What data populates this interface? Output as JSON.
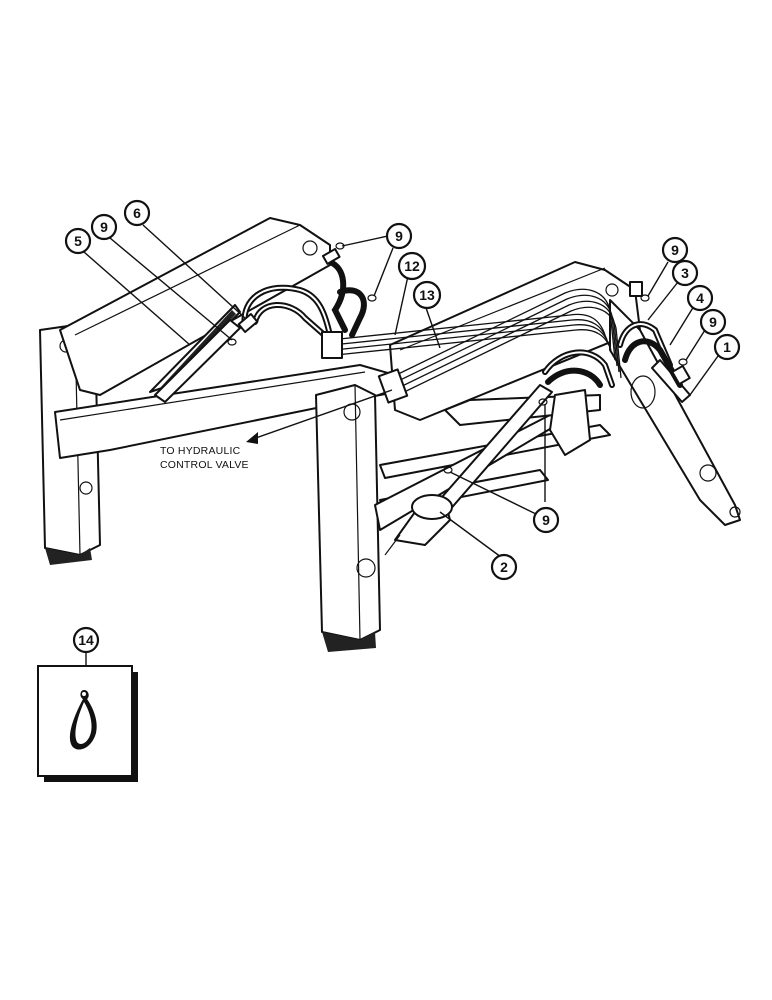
{
  "note": {
    "line1": "TO HYDRAULIC",
    "line2": "CONTROL VALVE"
  },
  "callouts": {
    "c1": "1",
    "c2": "2",
    "c3": "3",
    "c4": "4",
    "c5": "5",
    "c6": "6",
    "c9": "9",
    "c12": "12",
    "c13": "13",
    "c14": "14"
  }
}
